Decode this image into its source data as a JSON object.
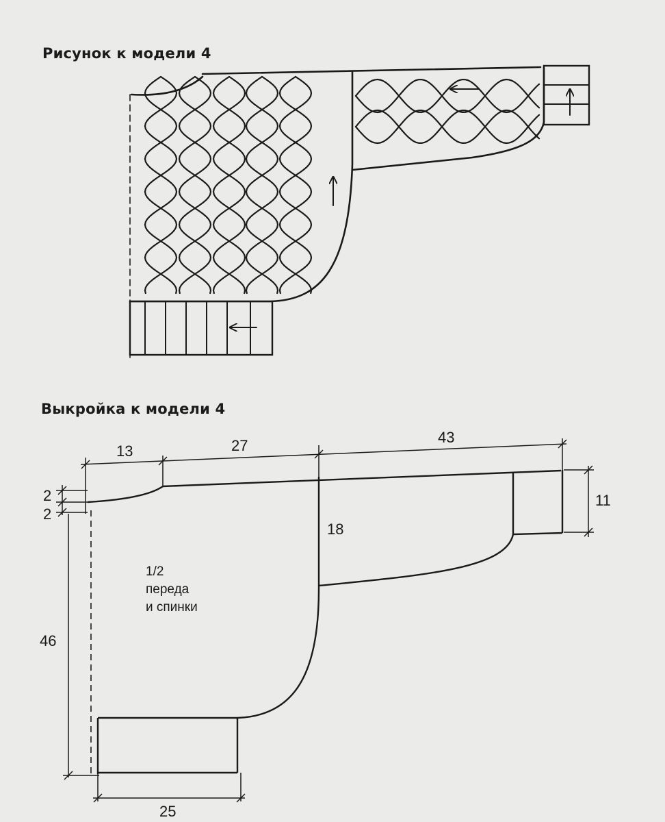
{
  "headings": {
    "figure": "Рисунок к модели 4",
    "pattern": "Выкройка к модели 4"
  },
  "piece_label": {
    "line1": "1/2",
    "line2": "переда",
    "line3": "и спинки"
  },
  "dimensions": {
    "neck_width": "13",
    "shoulder": "27",
    "sleeve_length": "43",
    "neck_drop_front": "2",
    "neck_drop_back": "2",
    "sleeve_depth": "18",
    "cuff_width": "11",
    "body_length": "46",
    "hem_width": "25"
  },
  "colors": {
    "ink": "#1a1a1a",
    "paper": "#ebebea"
  }
}
